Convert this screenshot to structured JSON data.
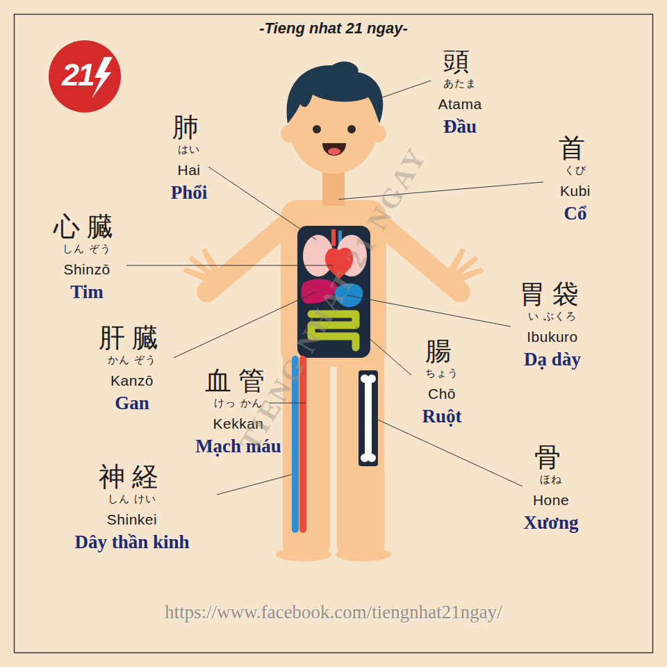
{
  "diagram": {
    "title": "-Tieng nhat 21 ngay-",
    "caption": "https://www.facebook.com/tiengnhat21ngay/",
    "labels": [
      "頭",
      "あたま",
      "Atama",
      "Đầu",
      "肺",
      "はい",
      "Hai",
      "Phổi",
      "首",
      "くび",
      "Kubi",
      "Cổ",
      "心臓",
      "しん ぞう",
      "Shinzō",
      "Tim",
      "胃袋",
      "い ぶくろ",
      "Ibukuro",
      "Dạ dày",
      "肝臓",
      "かん ぞう",
      "Kanzō",
      "Gan",
      "腸",
      "ちょう",
      "Chō",
      "Ruột",
      "血管",
      "けっ かん",
      "Kekkan",
      "Mạch máu",
      "骨",
      "ほね",
      "Hone",
      "Xương",
      "神経",
      "しん けい",
      "Shinkei",
      "Dây thần kinh",
      "21",
      "TIENG NHAT 21 NGAY"
    ]
  }
}
